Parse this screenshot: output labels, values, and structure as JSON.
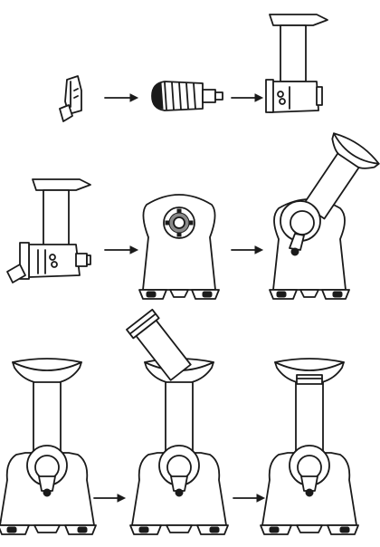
{
  "figure": {
    "kind": "assembly-instructions",
    "line_color": "#1a1a1a",
    "background": "#ffffff",
    "steps": [
      {
        "id": "step-1",
        "icon": "juicer-housing-icon"
      },
      {
        "id": "step-2",
        "icon": "auger-icon"
      },
      {
        "id": "step-3",
        "icon": "assembled-juicing-head-icon"
      },
      {
        "id": "step-4",
        "icon": "juicing-head-with-bracket-icon"
      },
      {
        "id": "step-5",
        "icon": "motor-base-icon"
      },
      {
        "id": "step-6",
        "icon": "head-inserted-tilted-icon"
      },
      {
        "id": "step-7",
        "icon": "juicer-upright-icon"
      },
      {
        "id": "step-8",
        "icon": "chute-lowering-icon"
      },
      {
        "id": "step-9",
        "icon": "juicer-complete-icon"
      }
    ],
    "arrows": [
      "arrow-right-icon",
      "arrow-right-icon",
      "arrow-right-icon",
      "arrow-right-icon",
      "arrow-right-icon",
      "arrow-right-icon"
    ]
  }
}
